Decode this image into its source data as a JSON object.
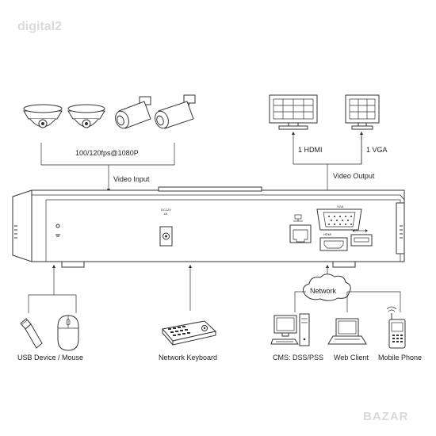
{
  "watermark_top": "digital2",
  "watermark_bottom": "BAZAR",
  "video_input": {
    "spec": "100/120fps@1080P",
    "label": "Video Input"
  },
  "video_output": {
    "hdmi": "1 HDMI",
    "vga": "1 VGA",
    "label": "Video Output"
  },
  "rear_panel": {
    "power_label": "DC12V",
    "power_sub": "1A",
    "vga_port_label": "VGA",
    "hdmi_port_label": "HDMI"
  },
  "network": {
    "label": "Network"
  },
  "devices": {
    "usb": "USB Device / Mouse",
    "keyboard": "Network Keyboard",
    "cms": "CMS: DSS/PSS",
    "web": "Web Client",
    "phone": "Mobile Phone"
  }
}
